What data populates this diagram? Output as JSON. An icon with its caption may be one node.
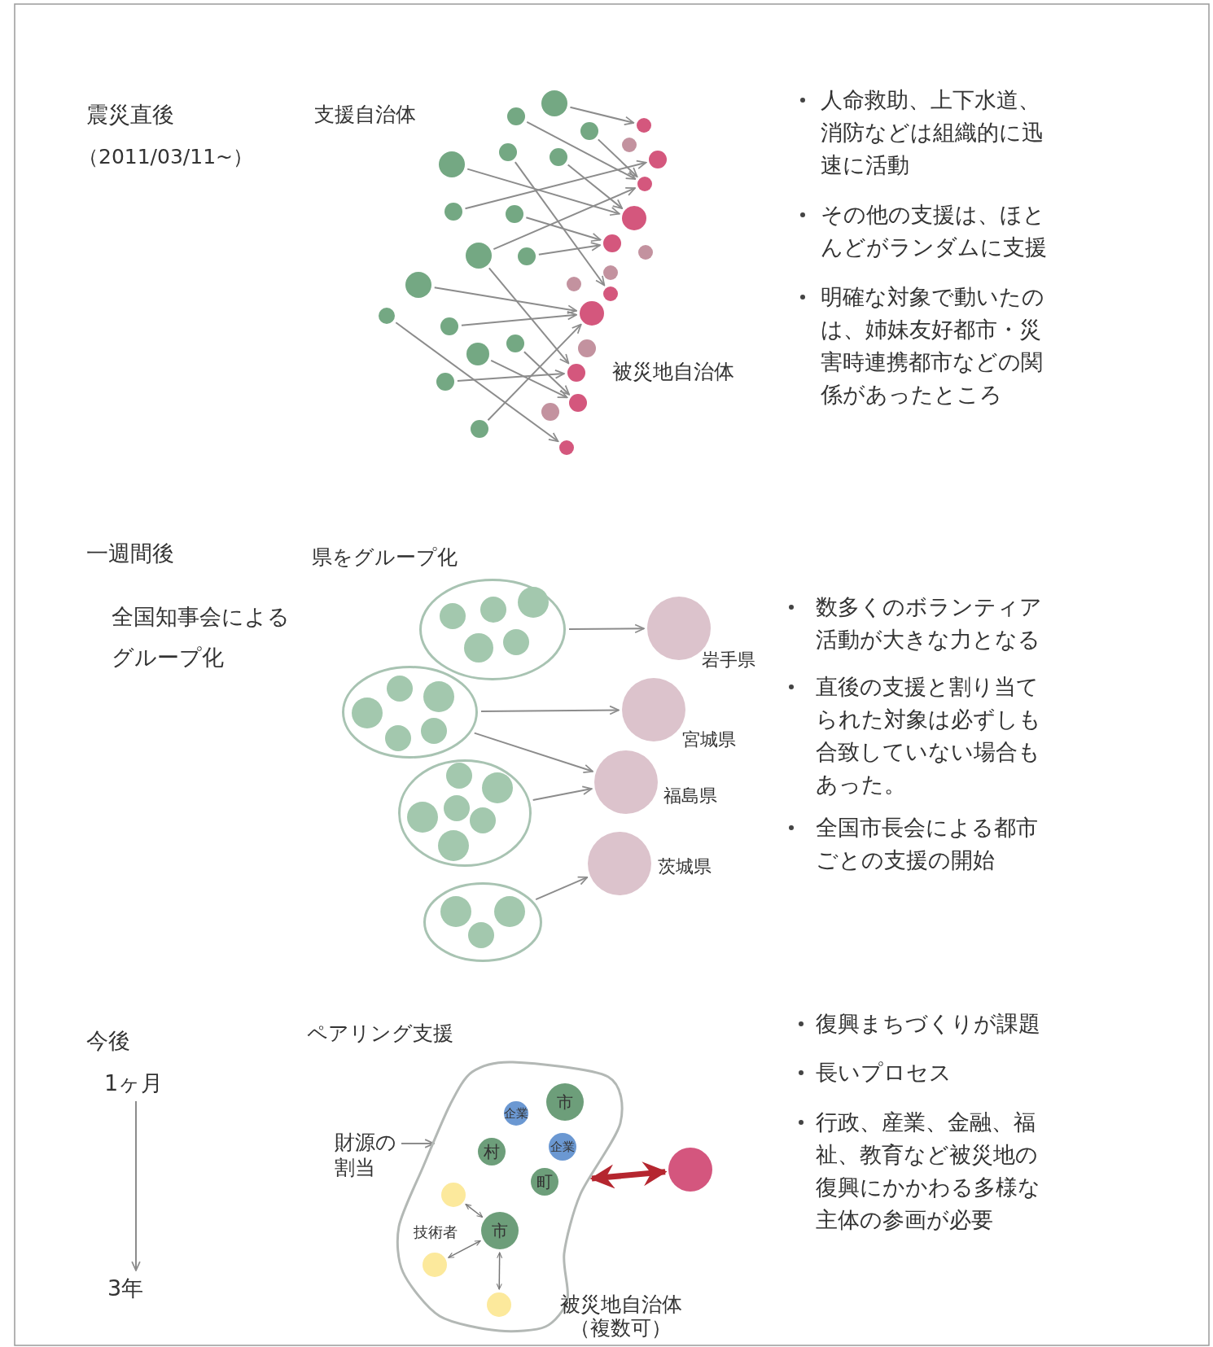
{
  "diagram": {
    "nodes": [
      {
        "text": [],
        "shape": "circle"
      },
      {
        "text": [],
        "shape": "circle"
      },
      {
        "text": [],
        "shape": "circle"
      },
      {
        "text": [],
        "shape": "circle"
      },
      {
        "text": [],
        "shape": "circle"
      },
      {
        "text": [],
        "shape": "circle"
      },
      {
        "text": [],
        "shape": "circle"
      },
      {
        "text": [],
        "shape": "circle"
      },
      {
        "text": [],
        "shape": "circle"
      },
      {
        "text": [],
        "shape": "circle"
      },
      {
        "text": [],
        "shape": "circle"
      },
      {
        "text": [],
        "shape": "circle"
      },
      {
        "text": [],
        "shape": "circle"
      },
      {
        "text": [],
        "shape": "circle"
      },
      {
        "text": [],
        "shape": "circle"
      },
      {
        "text": [],
        "shape": "circle"
      },
      {
        "text": [],
        "shape": "circle"
      },
      {
        "text": [],
        "shape": "circle"
      },
      {
        "text": [],
        "shape": "circle"
      },
      {
        "text": [],
        "shape": "circle"
      },
      {
        "text": [],
        "shape": "circle"
      },
      {
        "text": [],
        "shape": "circle"
      },
      {
        "text": [],
        "shape": "circle"
      },
      {
        "text": [],
        "shape": "circle"
      },
      {
        "text": [],
        "shape": "circle"
      },
      {
        "text": [],
        "shape": "circle"
      },
      {
        "text": [],
        "shape": "circle"
      },
      {
        "text": [],
        "shape": "circle"
      },
      {
        "text": [],
        "shape": "circle"
      },
      {
        "text": [],
        "shape": "circle"
      },
      {
        "text": [],
        "shape": "circle"
      },
      {
        "text": [],
        "shape": "circle"
      },
      {
        "text": [],
        "shape": "circle"
      },
      {
        "text": [],
        "shape": "oval"
      },
      {
        "text": [],
        "shape": "circle",
        "in": 33
      },
      {
        "text": [],
        "shape": "circle",
        "in": 33
      },
      {
        "text": [],
        "shape": "circle",
        "in": 33
      },
      {
        "text": [],
        "shape": "circle",
        "in": 33
      },
      {
        "text": [],
        "shape": "circle",
        "in": 33
      },
      {
        "text": [],
        "shape": "oval"
      },
      {
        "text": [],
        "shape": "circle",
        "in": 39
      },
      {
        "text": [],
        "shape": "circle",
        "in": 39
      },
      {
        "text": [],
        "shape": "circle",
        "in": 39
      },
      {
        "text": [],
        "shape": "circle",
        "in": 39
      },
      {
        "text": [],
        "shape": "circle",
        "in": 39
      },
      {
        "text": [],
        "shape": "oval"
      },
      {
        "text": [],
        "shape": "circle",
        "in": 45
      },
      {
        "text": [],
        "shape": "circle",
        "in": 45
      },
      {
        "text": [],
        "shape": "circle",
        "in": 45
      },
      {
        "text": [],
        "shape": "circle",
        "in": 45
      },
      {
        "text": [],
        "shape": "circle",
        "in": 45
      },
      {
        "text": [],
        "shape": "circle",
        "in": 45
      },
      {
        "text": [],
        "shape": "oval"
      },
      {
        "text": [],
        "shape": "circle",
        "in": 52
      },
      {
        "text": [],
        "shape": "circle",
        "in": 52
      },
      {
        "text": [],
        "shape": "circle",
        "in": 52
      },
      {
        "text": [],
        "shape": "circle",
        "beside": [
          "岩手県"
        ]
      },
      {
        "text": [],
        "shape": "circle",
        "beside": [
          "宮城県"
        ]
      },
      {
        "text": [],
        "shape": "circle",
        "beside": [
          "福島県"
        ]
      },
      {
        "text": [],
        "shape": "circle",
        "beside": [
          "茨城県"
        ]
      },
      {
        "text": [
          "1ヶ月"
        ]
      },
      {
        "text": [
          "3年"
        ]
      },
      {
        "text": [
          "財源の割当"
        ]
      },
      {
        "text": [],
        "shape": "blob",
        "beside": [
          "被災地自治体（複数可）"
        ]
      },
      {
        "text": [
          "企業"
        ],
        "in": 63
      },
      {
        "text": [
          "市"
        ],
        "in": 63
      },
      {
        "text": [
          "村"
        ],
        "in": 63
      },
      {
        "text": [
          "企業"
        ],
        "in": 63
      },
      {
        "text": [
          "町"
        ],
        "in": 63
      },
      {
        "text": [],
        "shape": "circle",
        "in": 63
      },
      {
        "text": [
          "市"
        ],
        "in": 63
      },
      {
        "text": [],
        "shape": "circle",
        "in": 63
      },
      {
        "text": [],
        "shape": "circle",
        "in": 63
      },
      {
        "text": [],
        "shape": "circle"
      }
    ],
    "edges": [
      {
        "from": 0,
        "to": 17,
        "arrow": "to"
      },
      {
        "from": 1,
        "to": 20,
        "arrow": "to"
      },
      {
        "from": 2,
        "to": 20,
        "arrow": "to"
      },
      {
        "from": 3,
        "to": 26,
        "arrow": "to"
      },
      {
        "from": 4,
        "to": 21,
        "arrow": "to"
      },
      {
        "from": 5,
        "to": 21,
        "arrow": "to"
      },
      {
        "from": 6,
        "to": 19,
        "arrow": "to"
      },
      {
        "from": 7,
        "to": 22,
        "arrow": "to"
      },
      {
        "from": 8,
        "to": 20,
        "arrow": "to"
      },
      {
        "from": 8,
        "to": 29,
        "arrow": "to"
      },
      {
        "from": 9,
        "to": 22,
        "arrow": "to"
      },
      {
        "from": 10,
        "to": 27,
        "arrow": "to"
      },
      {
        "from": 11,
        "to": 32,
        "arrow": "to"
      },
      {
        "from": 12,
        "to": 27,
        "arrow": "to"
      },
      {
        "from": 13,
        "to": 30,
        "arrow": "to"
      },
      {
        "from": 14,
        "to": 30,
        "arrow": "to"
      },
      {
        "from": 15,
        "to": 29,
        "arrow": "to"
      },
      {
        "from": 16,
        "to": 27,
        "arrow": "to"
      },
      {
        "from": 33,
        "to": 56,
        "arrow": "to"
      },
      {
        "from": 39,
        "to": 57,
        "arrow": "to"
      },
      {
        "from": 39,
        "to": 58,
        "arrow": "to"
      },
      {
        "from": 45,
        "to": 58,
        "arrow": "to"
      },
      {
        "from": 52,
        "to": 59,
        "arrow": "to"
      },
      {
        "from": 60,
        "to": 61,
        "arrow": "to"
      },
      {
        "from": 62,
        "to": 63,
        "arrow": "to"
      },
      {
        "from": 63,
        "to": 73,
        "arrow": "both",
        "style": "thick",
        "color": "#b5262f"
      },
      {
        "from": 69,
        "to": 70,
        "arrow": "both"
      },
      {
        "from": 70,
        "to": 71,
        "arrow": "both"
      },
      {
        "from": 70,
        "to": 72,
        "arrow": "both"
      }
    ],
    "labels": [
      "震災直後",
      "（2011/03/11~）",
      "支援自治体",
      "被災地自治体",
      "人命救助、上下水道、消防などは組織的に迅速に活動",
      "その他の支援は、ほとんどがランダムに支援",
      "明確な対象で動いたのは、姉妹友好都市・災害時連携都市などの関係があったところ",
      "一週間後",
      "全国知事会によるグループ化",
      "県をグループ化",
      "数多くのボランティア活動が大きな力となる",
      "直後の支援と割り当てられた対象は必ずしも合致していない場合もあった。",
      "全国市長会による都市ごとの支援の開始",
      "今後",
      "ペアリング支援",
      "技術者",
      "復興まちづくりが課題",
      "長いプロセス",
      "行政、産業、金融、福祉、教育など被災地の復興にかかわる多様な主体の参画が必要"
    ]
  }
}
